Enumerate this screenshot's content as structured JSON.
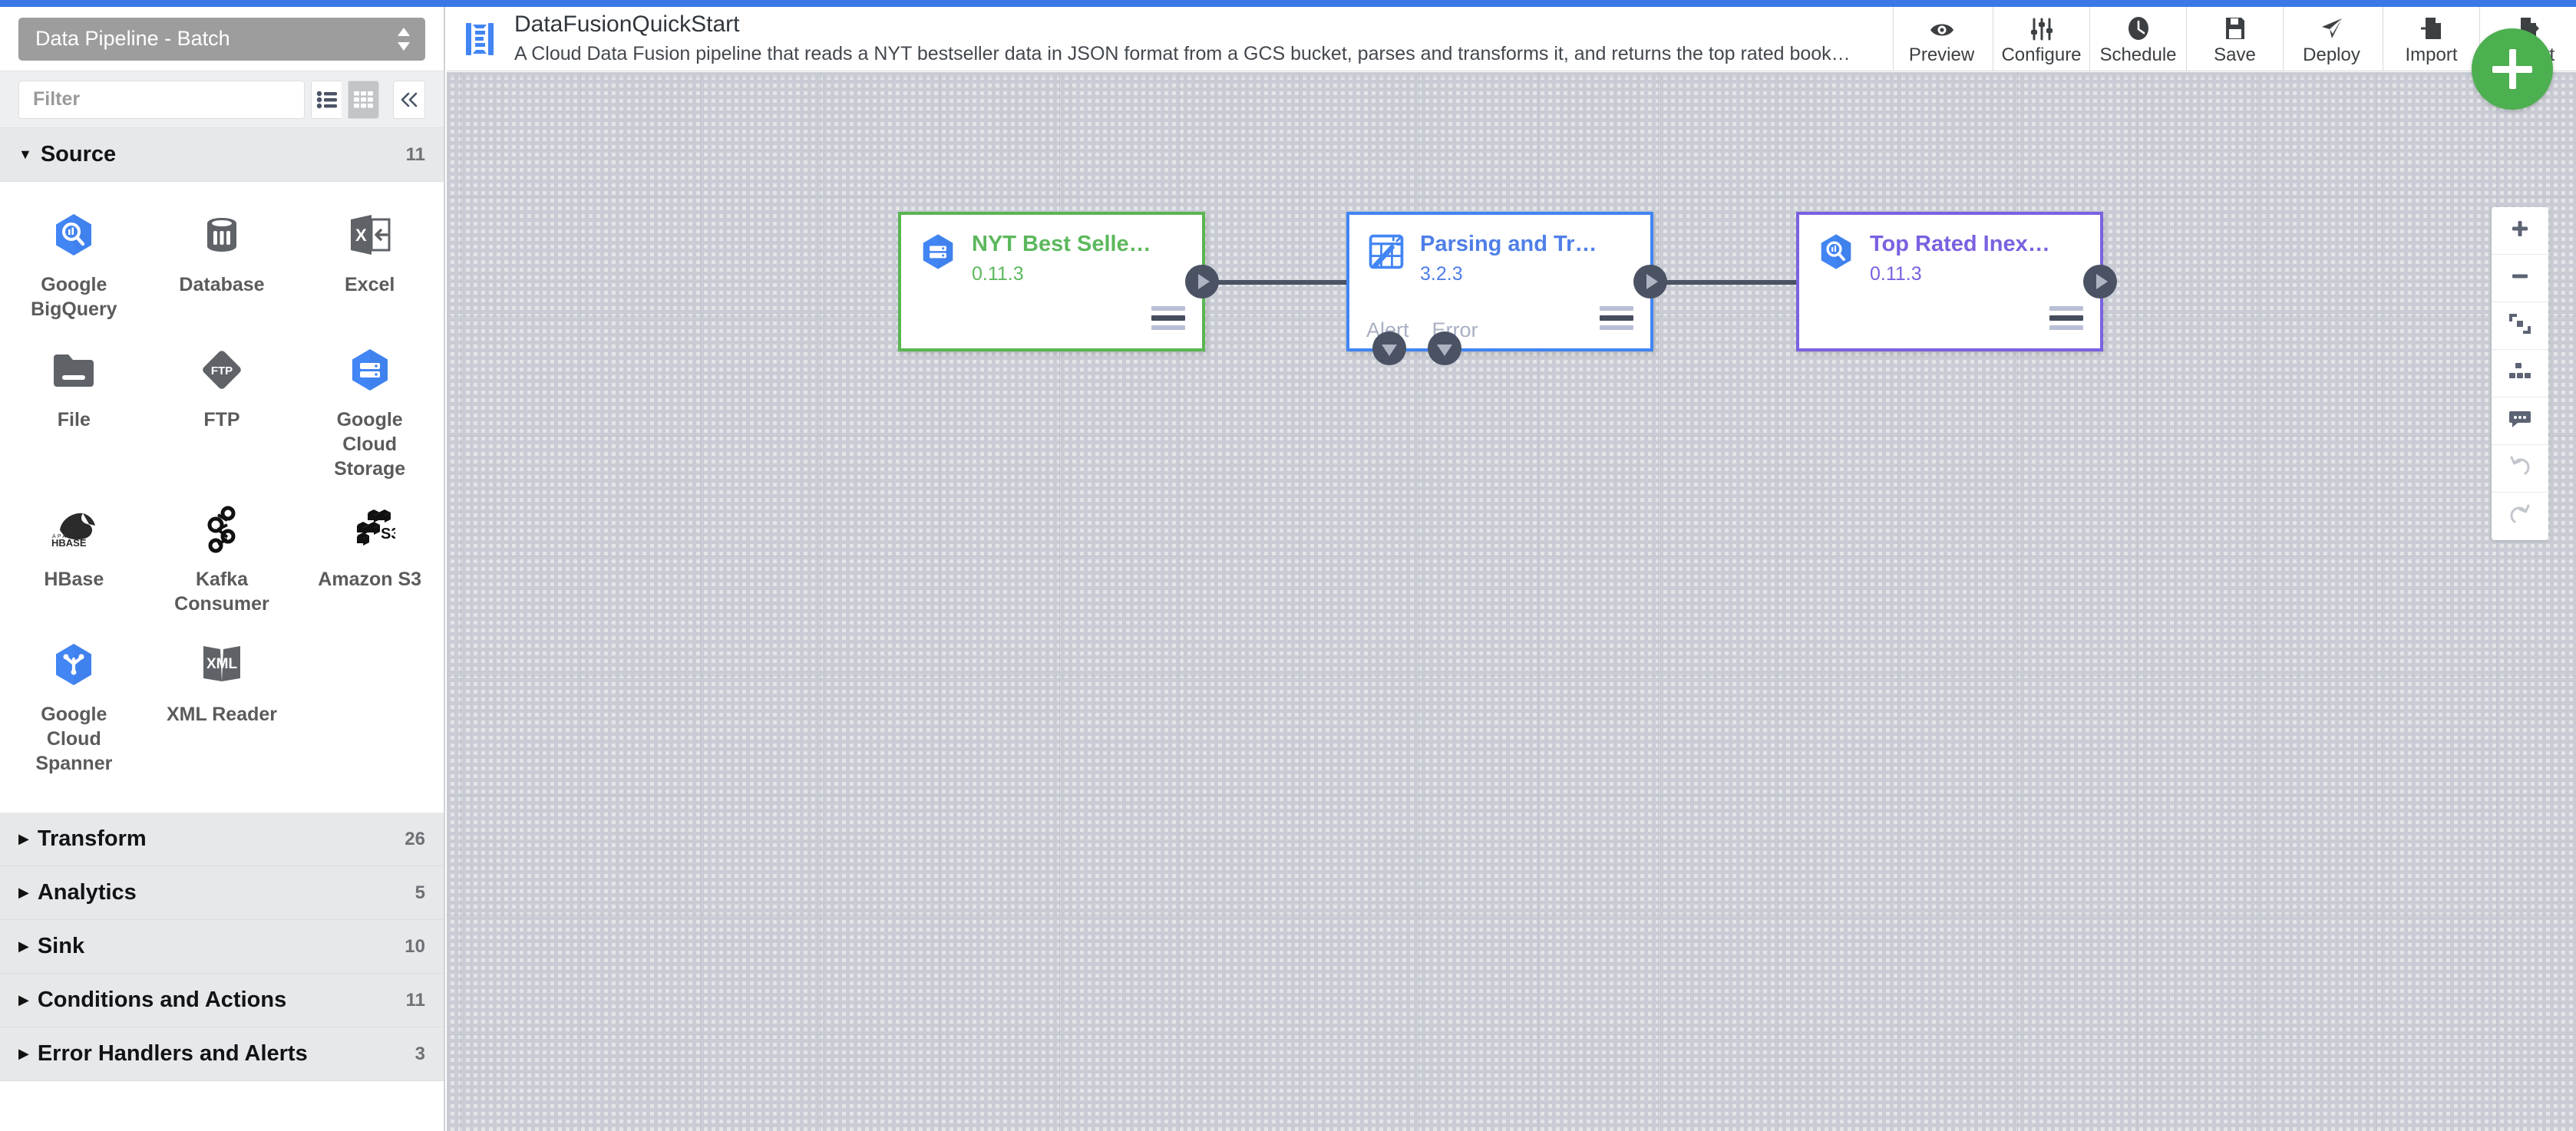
{
  "top_strip_color": "#3b78e7",
  "sidebar": {
    "pipeline_type": {
      "label": "Data Pipeline - Batch",
      "icon": "spinner-updown-icon"
    },
    "filter": {
      "placeholder": "Filter",
      "value": ""
    },
    "view_toggle": {
      "list_icon": "list-view-icon",
      "grid_icon": "grid-view-icon",
      "collapse_icon": "double-chevron-left-icon"
    },
    "sections": [
      {
        "title": "Source",
        "count": "11",
        "expanded": true,
        "caret": "caret-down-icon"
      },
      {
        "title": "Transform",
        "count": "26",
        "expanded": false,
        "caret": "caret-right-icon"
      },
      {
        "title": "Analytics",
        "count": "5",
        "expanded": false,
        "caret": "caret-right-icon"
      },
      {
        "title": "Sink",
        "count": "10",
        "expanded": false,
        "caret": "caret-right-icon"
      },
      {
        "title": "Conditions and Actions",
        "count": "11",
        "expanded": false,
        "caret": "caret-right-icon"
      },
      {
        "title": "Error Handlers and Alerts",
        "count": "3",
        "expanded": false,
        "caret": "caret-right-icon"
      }
    ],
    "source_plugins": [
      {
        "label": "Google BigQuery",
        "icon": "google-bigquery-icon"
      },
      {
        "label": "Database",
        "icon": "database-icon"
      },
      {
        "label": "Excel",
        "icon": "excel-icon"
      },
      {
        "label": "File",
        "icon": "folder-file-icon"
      },
      {
        "label": "FTP",
        "icon": "ftp-icon"
      },
      {
        "label": "Google Cloud Storage",
        "icon": "google-cloud-storage-icon"
      },
      {
        "label": "HBase",
        "icon": "hbase-icon"
      },
      {
        "label": "Kafka Consumer",
        "icon": "kafka-icon"
      },
      {
        "label": "Amazon S3",
        "icon": "amazon-s3-icon"
      },
      {
        "label": "Google Cloud Spanner",
        "icon": "google-cloud-spanner-icon"
      },
      {
        "label": "XML Reader",
        "icon": "xml-reader-icon"
      }
    ]
  },
  "header": {
    "logo_icon": "cdap-logo-icon",
    "title": "DataFusionQuickStart",
    "description": "A Cloud Data Fusion pipeline that reads a NYT bestseller data in JSON format from a GCS bucket, parses and transforms it, and returns the top rated book…",
    "toolbar": [
      {
        "label": "Preview",
        "icon": "eye-icon"
      },
      {
        "label": "Configure",
        "icon": "sliders-icon"
      },
      {
        "label": "Schedule",
        "icon": "clock-icon"
      },
      {
        "label": "Save",
        "icon": "floppy-disk-icon"
      },
      {
        "label": "Deploy",
        "icon": "paper-plane-icon"
      },
      {
        "label": "Import",
        "icon": "import-arrow-icon"
      },
      {
        "label": "Export",
        "icon": "export-arrow-icon"
      }
    ]
  },
  "canvas": {
    "background_color": "#e3e5e7",
    "grid_line_color": "#bfc3cd",
    "annotation_arrow": {
      "color": "#ef4323",
      "points_to": "Deploy"
    },
    "nodes": [
      {
        "name": "NYT Best Selle…",
        "version": "0.11.3",
        "type": "source",
        "accent_color": "#5ab552",
        "icon": "google-cloud-storage-icon",
        "menu_icon": "hamburger-menu-icon",
        "out_port_icon": "play-triangle-icon",
        "endpoints": []
      },
      {
        "name": "Parsing and Tr…",
        "version": "3.2.3",
        "type": "transform",
        "accent_color": "#4285f4",
        "icon": "wrangler-magic-icon",
        "menu_icon": "hamburger-menu-icon",
        "out_port_icon": "play-triangle-icon",
        "endpoints": [
          "Alert",
          "Error"
        ]
      },
      {
        "name": "Top Rated Inex…",
        "version": "0.11.3",
        "type": "sink",
        "accent_color": "#7b61e0",
        "icon": "google-bigquery-icon",
        "menu_icon": "hamburger-menu-icon",
        "out_port_icon": "play-triangle-icon",
        "endpoints": []
      }
    ],
    "fab": {
      "icon": "plus-icon",
      "color": "#4caf50"
    },
    "controls": [
      {
        "icon": "zoom-in-icon",
        "name": "zoom-in",
        "dim": false
      },
      {
        "icon": "zoom-out-icon",
        "name": "zoom-out",
        "dim": false
      },
      {
        "icon": "fit-to-screen-icon",
        "name": "fit-to-screen",
        "dim": false
      },
      {
        "icon": "align-nodes-icon",
        "name": "align-nodes",
        "dim": false
      },
      {
        "icon": "comment-icon",
        "name": "comments",
        "dim": false
      },
      {
        "icon": "undo-icon",
        "name": "undo",
        "dim": true
      },
      {
        "icon": "redo-icon",
        "name": "redo",
        "dim": true
      }
    ]
  }
}
